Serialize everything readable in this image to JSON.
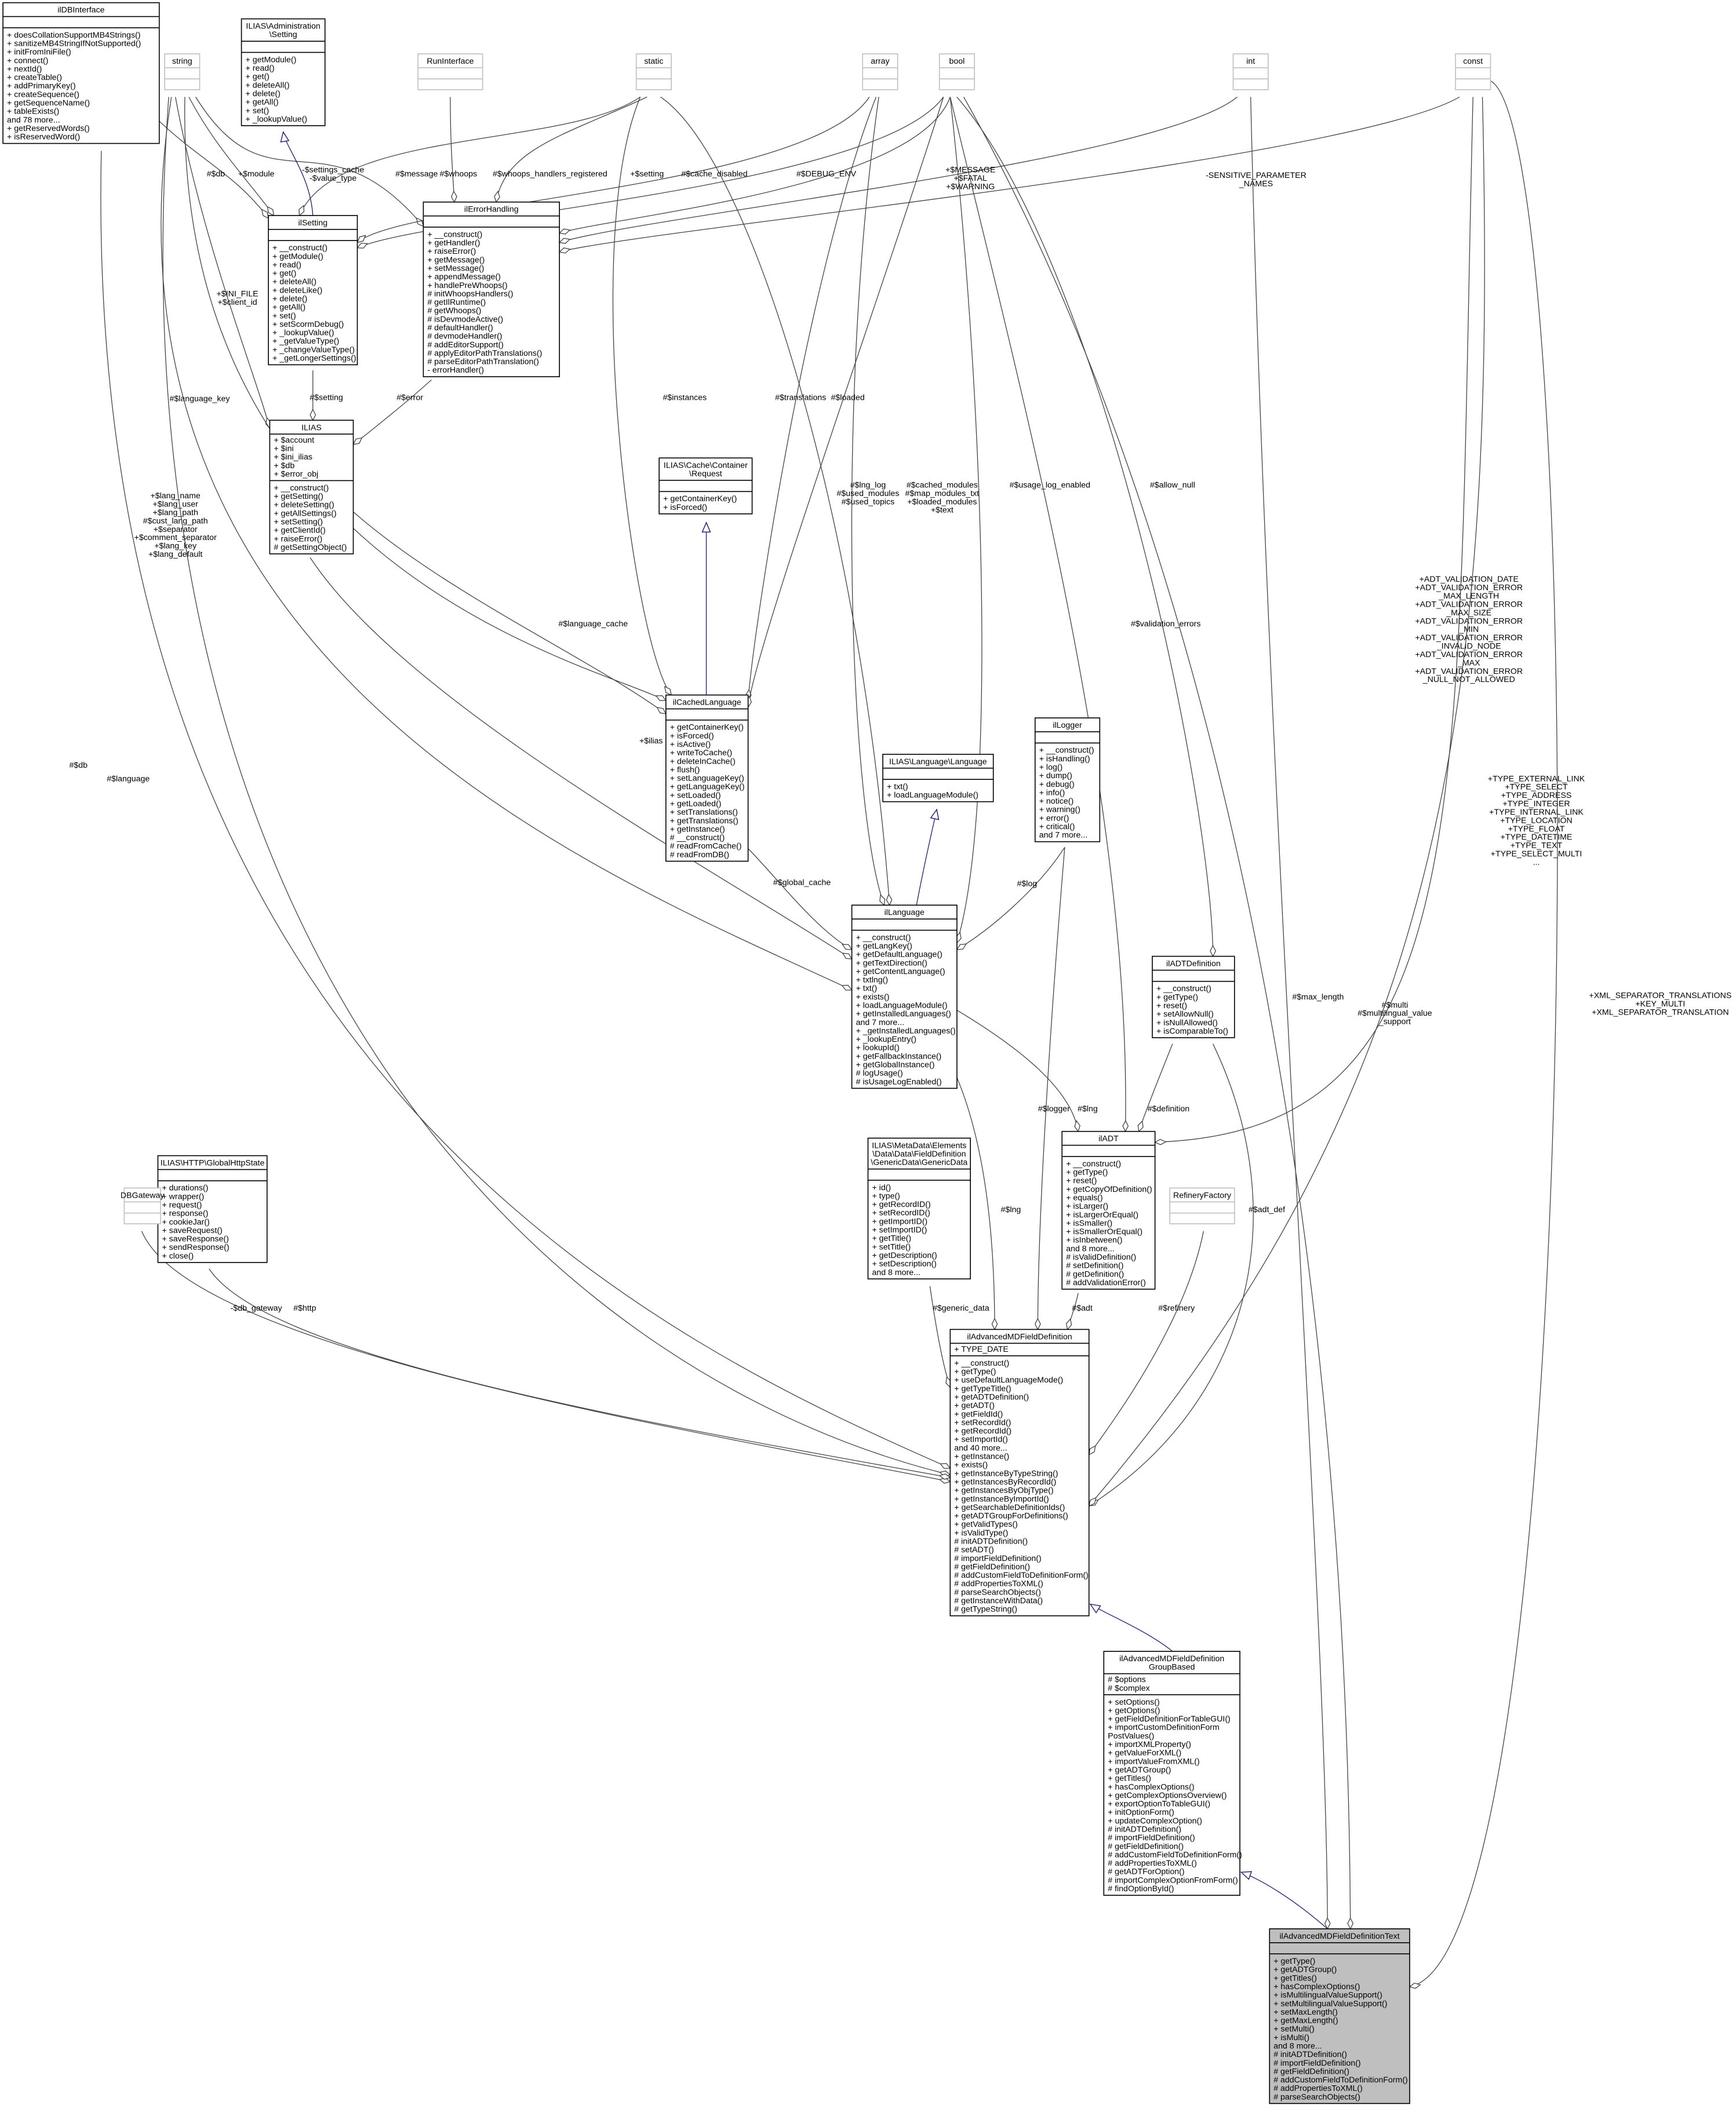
{
  "classes": [
    {
      "id": "ilDBInterface",
      "title": [
        "ilDBInterface"
      ],
      "attributes": [],
      "methods": [
        "+ doesCollationSupportMB4Strings()",
        "+ sanitizeMB4StringIfNotSupported()",
        "+ initFromIniFile()",
        "+ connect()",
        "+ nextId()",
        "+ createTable()",
        "+ addPrimaryKey()",
        "+ createSequence()",
        "+ getSequenceName()",
        "+ tableExists()",
        "and 78 more...",
        "+ getReservedWords()",
        "+ isReservedWord()"
      ],
      "style": "normal"
    },
    {
      "id": "AdminSetting",
      "title": [
        "ILIAS\\Administration",
        "\\Setting"
      ],
      "attributes": [],
      "methods": [
        "+ getModule()",
        "+ read()",
        "+ get()",
        "+ deleteAll()",
        "+ delete()",
        "+ getAll()",
        "+ set()",
        "+ _lookupValue()"
      ],
      "style": "normal"
    },
    {
      "id": "string",
      "title": [
        "string"
      ],
      "attributes": [],
      "methods": [],
      "style": "gray"
    },
    {
      "id": "RunInterface",
      "title": [
        "RunInterface"
      ],
      "attributes": [],
      "methods": [],
      "style": "gray"
    },
    {
      "id": "static",
      "title": [
        "static"
      ],
      "attributes": [],
      "methods": [],
      "style": "gray"
    },
    {
      "id": "array",
      "title": [
        "array"
      ],
      "attributes": [],
      "methods": [],
      "style": "gray"
    },
    {
      "id": "bool",
      "title": [
        "bool"
      ],
      "attributes": [],
      "methods": [],
      "style": "gray"
    },
    {
      "id": "int",
      "title": [
        "int"
      ],
      "attributes": [],
      "methods": [],
      "style": "gray"
    },
    {
      "id": "const",
      "title": [
        "const"
      ],
      "attributes": [],
      "methods": [],
      "style": "gray"
    },
    {
      "id": "ilSetting",
      "title": [
        "ilSetting"
      ],
      "attributes": [],
      "methods": [
        "+ __construct()",
        "+ getModule()",
        "+ read()",
        "+ get()",
        "+ deleteAll()",
        "+ deleteLike()",
        "+ delete()",
        "+ getAll()",
        "+ set()",
        "+ setScormDebug()",
        "+ _lookupValue()",
        "+ _getValueType()",
        "+ _changeValueType()",
        "+ _getLongerSettings()"
      ],
      "style": "normal"
    },
    {
      "id": "ilErrorHandling",
      "title": [
        "ilErrorHandling"
      ],
      "attributes": [],
      "methods": [
        "+ __construct()",
        "+ getHandler()",
        "+ raiseError()",
        "+ getMessage()",
        "+ setMessage()",
        "+ appendMessage()",
        "+ handlePreWhoops()",
        "# initWhoopsHandlers()",
        "# getIlRuntime()",
        "# getWhoops()",
        "# isDevmodeActive()",
        "# defaultHandler()",
        "# devmodeHandler()",
        "# addEditorSupport()",
        "# applyEditorPathTranslations()",
        "# parseEditorPathTranslation()",
        "- errorHandler()"
      ],
      "style": "normal"
    },
    {
      "id": "ILIAS",
      "title": [
        "ILIAS"
      ],
      "attributes": [
        "+ $account",
        "+ $ini",
        "+ $ini_ilias",
        "+ $db",
        "+ $error_obj"
      ],
      "methods": [
        "+ __construct()",
        "+ getSetting()",
        "+ deleteSetting()",
        "+ getAllSettings()",
        "+ setSetting()",
        "+ getClientId()",
        "+ raiseError()",
        "# getSettingObject()"
      ],
      "style": "normal"
    },
    {
      "id": "CacheRequest",
      "title": [
        "ILIAS\\Cache\\Container",
        "\\Request"
      ],
      "attributes": [],
      "methods": [
        "+ getContainerKey()",
        "+ isForced()"
      ],
      "style": "normal"
    },
    {
      "id": "ilCachedLanguage",
      "title": [
        "ilCachedLanguage"
      ],
      "attributes": [],
      "methods": [
        "+ getContainerKey()",
        "+ isForced()",
        "+ isActive()",
        "+ writeToCache()",
        "+ deleteInCache()",
        "+ flush()",
        "+ setLanguageKey()",
        "+ getLanguageKey()",
        "+ setLoaded()",
        "+ getLoaded()",
        "+ setTranslations()",
        "+ getTranslations()",
        "+ getInstance()",
        "# __construct()",
        "# readFromCache()",
        "# readFromDB()"
      ],
      "style": "normal"
    },
    {
      "id": "LanguageIface",
      "title": [
        "ILIAS\\Language\\Language"
      ],
      "attributes": [],
      "methods": [
        "+ txt()",
        "+ loadLanguageModule()"
      ],
      "style": "normal"
    },
    {
      "id": "ilLogger",
      "title": [
        "ilLogger"
      ],
      "attributes": [],
      "methods": [
        "+ __construct()",
        "+ isHandling()",
        "+ log()",
        "+ dump()",
        "+ debug()",
        "+ info()",
        "+ notice()",
        "+ warning()",
        "+ error()",
        "+ critical()",
        "and 7 more..."
      ],
      "style": "normal"
    },
    {
      "id": "ilLanguage",
      "title": [
        "ilLanguage"
      ],
      "attributes": [],
      "methods": [
        "+ __construct()",
        "+ getLangKey()",
        "+ getDefaultLanguage()",
        "+ getTextDirection()",
        "+ getContentLanguage()",
        "+ txtlng()",
        "+ txt()",
        "+ exists()",
        "+ loadLanguageModule()",
        "+ getInstalledLanguages()",
        "and 7 more...",
        "+ _getInstalledLanguages()",
        "+ _lookupEntry()",
        "+ lookupId()",
        "+ getFallbackInstance()",
        "+ getGlobalInstance()",
        "# logUsage()",
        "# isUsageLogEnabled()"
      ],
      "style": "normal"
    },
    {
      "id": "ilADTDefinition",
      "title": [
        "ilADTDefinition"
      ],
      "attributes": [],
      "methods": [
        "+ __construct()",
        "+ getType()",
        "+ reset()",
        "+ setAllowNull()",
        "+ isNullAllowed()",
        "+ isComparableTo()"
      ],
      "style": "normal"
    },
    {
      "id": "ilADT",
      "title": [
        "ilADT"
      ],
      "attributes": [],
      "methods": [
        "+ __construct()",
        "+ getType()",
        "+ reset()",
        "+ getCopyOfDefinition()",
        "+ equals()",
        "+ isLarger()",
        "+ isLargerOrEqual()",
        "+ isSmaller()",
        "+ isSmallerOrEqual()",
        "+ isInbetween()",
        "and 8 more...",
        "# isValidDefinition()",
        "# setDefinition()",
        "# getDefinition()",
        "# addValidationError()"
      ],
      "style": "normal"
    },
    {
      "id": "GenericData",
      "title": [
        "ILIAS\\MetaData\\Elements",
        "\\Data\\Data\\FieldDefinition",
        "\\GenericData\\GenericData"
      ],
      "attributes": [],
      "methods": [
        "+ id()",
        "+ type()",
        "+ getRecordID()",
        "+ setRecordID()",
        "+ getImportID()",
        "+ setImportID()",
        "+ getTitle()",
        "+ setTitle()",
        "+ getDescription()",
        "+ setDescription()",
        "and 8 more..."
      ],
      "style": "normal"
    },
    {
      "id": "GlobalHttpState",
      "title": [
        "ILIAS\\HTTP\\GlobalHttpState"
      ],
      "attributes": [],
      "methods": [
        "+ durations()",
        "+ wrapper()",
        "+ request()",
        "+ response()",
        "+ cookieJar()",
        "+ saveRequest()",
        "+ saveResponse()",
        "+ sendResponse()",
        "+ close()"
      ],
      "style": "normal"
    },
    {
      "id": "DBGateway",
      "title": [
        "DBGateway"
      ],
      "attributes": [],
      "methods": [],
      "style": "gray"
    },
    {
      "id": "RefineryFactory",
      "title": [
        "RefineryFactory"
      ],
      "attributes": [],
      "methods": [],
      "style": "gray"
    },
    {
      "id": "ilAdvancedMDFieldDefinition",
      "title": [
        "ilAdvancedMDFieldDefinition"
      ],
      "attributes": [
        "+ TYPE_DATE"
      ],
      "methods": [
        "+ __construct()",
        "+ getType()",
        "+ useDefaultLanguageMode()",
        "+ getTypeTitle()",
        "+ getADTDefinition()",
        "+ getADT()",
        "+ getFieldId()",
        "+ setRecordId()",
        "+ getRecordId()",
        "+ setImportId()",
        "and 40 more...",
        "+ getInstance()",
        "+ exists()",
        "+ getInstanceByTypeString()",
        "+ getInstancesByRecordId()",
        "+ getInstancesByObjType()",
        "+ getInstanceByImportId()",
        "+ getSearchableDefinitionIds()",
        "+ getADTGroupForDefinitions()",
        "+ getValidTypes()",
        "+ isValidType()",
        "# initADTDefinition()",
        "# setADT()",
        "# importFieldDefinition()",
        "# getFieldDefinition()",
        "# addCustomFieldToDefinitionForm()",
        "# addPropertiesToXML()",
        "# parseSearchObjects()",
        "# getInstanceWithData()",
        "# getTypeString()"
      ],
      "style": "normal"
    },
    {
      "id": "GroupBased",
      "title": [
        "ilAdvancedMDFieldDefinition",
        "GroupBased"
      ],
      "attributes": [
        "# $options",
        "# $complex"
      ],
      "methods": [
        "+ setOptions()",
        "+ getOptions()",
        "+ getFieldDefinitionForTableGUI()",
        "+ importCustomDefinitionForm",
        "PostValues()",
        "+ importXMLProperty()",
        "+ getValueForXML()",
        "+ importValueFromXML()",
        "+ getADTGroup()",
        "+ getTitles()",
        "+ hasComplexOptions()",
        "+ getComplexOptionsOverview()",
        "+ exportOptionToTableGUI()",
        "+ initOptionForm()",
        "+ updateComplexOption()",
        "# initADTDefinition()",
        "# importFieldDefinition()",
        "# getFieldDefinition()",
        "# addCustomFieldToDefinitionForm()",
        "# addPropertiesToXML()",
        "# getADTForOption()",
        "# importComplexOptionFromForm()",
        "# findOptionById()"
      ],
      "style": "normal"
    },
    {
      "id": "Text",
      "title": [
        "ilAdvancedMDFieldDefinitionText"
      ],
      "attributes": [],
      "methods": [
        "+ getType()",
        "+ getADTGroup()",
        "+ getTitles()",
        "+ hasComplexOptions()",
        "+ isMultilingualValueSupport()",
        "+ setMultilingualValueSupport()",
        "+ setMaxLength()",
        "+ getMaxLength()",
        "+ setMulti()",
        "+ isMulti()",
        "and 8 more...",
        "# initADTDefinition()",
        "# importFieldDefinition()",
        "# getFieldDefinition()",
        "# addCustomFieldToDefinitionForm()",
        "# addPropertiesToXML()",
        "# parseSearchObjects()"
      ],
      "style": "highlight"
    }
  ],
  "edges": [
    {
      "from": "ilDBInterface",
      "to": "ilSetting",
      "type": "aggregation",
      "label": [
        "#$db"
      ]
    },
    {
      "from": "string",
      "to": "ilSetting",
      "type": "aggregation",
      "label": [
        "+$module"
      ]
    },
    {
      "from": "static",
      "to": "ilSetting",
      "type": "aggregation",
      "label": [
        "-$settings_cache",
        "-$value_type"
      ]
    },
    {
      "from": "string",
      "to": "ilErrorHandling",
      "type": "aggregation",
      "label": [
        "#$message"
      ]
    },
    {
      "from": "RunInterface",
      "to": "ilErrorHandling",
      "type": "aggregation",
      "label": [
        "#$whoops"
      ]
    },
    {
      "from": "static",
      "to": "ilErrorHandling",
      "type": "aggregation",
      "label": [
        "#$whoops_handlers_registered"
      ]
    },
    {
      "from": "array",
      "to": "ilSetting",
      "type": "aggregation",
      "label": [
        "+$setting"
      ]
    },
    {
      "from": "bool",
      "to": "ilSetting",
      "type": "aggregation",
      "label": [
        "#$cache_disabled"
      ]
    },
    {
      "from": "bool",
      "to": "ilErrorHandling",
      "type": "aggregation",
      "label": [
        "#$DEBUG_ENV"
      ]
    },
    {
      "from": "int",
      "to": "ilErrorHandling",
      "type": "aggregation",
      "label": [
        "+$MESSAGE",
        "+$FATAL",
        "+$WARNING"
      ]
    },
    {
      "from": "const",
      "to": "ilErrorHandling",
      "type": "aggregation",
      "label": [
        "-SENSITIVE_PARAMETER",
        "_NAMES"
      ]
    },
    {
      "from": "ilSetting",
      "to": "AdminSetting",
      "type": "inheritance",
      "label": []
    },
    {
      "from": "string",
      "to": "ILIAS",
      "type": "aggregation",
      "label": [
        "+$INI_FILE",
        "+$client_id"
      ]
    },
    {
      "from": "ilSetting",
      "to": "ILIAS",
      "type": "aggregation",
      "label": [
        "#$setting"
      ]
    },
    {
      "from": "ilErrorHandling",
      "to": "ILIAS",
      "type": "aggregation",
      "label": [
        "#$error"
      ]
    },
    {
      "from": "string",
      "to": "ilCachedLanguage",
      "type": "aggregation",
      "label": [
        "#$language_key"
      ]
    },
    {
      "from": "static",
      "to": "ilCachedLanguage",
      "type": "aggregation",
      "label": [
        "#$instances"
      ]
    },
    {
      "from": "array",
      "to": "ilCachedLanguage",
      "type": "aggregation",
      "label": [
        "#$translations"
      ]
    },
    {
      "from": "bool",
      "to": "ilCachedLanguage",
      "type": "aggregation",
      "label": [
        "#$loaded"
      ]
    },
    {
      "from": "ilCachedLanguage",
      "to": "CacheRequest",
      "type": "inheritance",
      "label": []
    },
    {
      "from": "string",
      "to": "ilLanguage",
      "type": "aggregation",
      "label": [
        "+$lang_name",
        "+$lang_user",
        "+$lang_path",
        "#$cust_lang_path",
        "+$separator",
        "+$comment_separator",
        "+$lang_key",
        "+$lang_default"
      ]
    },
    {
      "from": "ILIAS",
      "to": "ilCachedLanguage",
      "type": "aggregation",
      "label": [
        "#$language_cache"
      ]
    },
    {
      "from": "ILIAS",
      "to": "ilLanguage",
      "type": "aggregation",
      "label": [
        "+$ilias"
      ]
    },
    {
      "from": "ilCachedLanguage",
      "to": "ilLanguage",
      "type": "aggregation",
      "label": [
        "#$global_cache"
      ]
    },
    {
      "from": "array",
      "to": "ilLanguage",
      "type": "aggregation",
      "label": [
        "#$lng_log",
        "#$used_modules",
        "#$used_topics"
      ]
    },
    {
      "from": "static",
      "to": "ilLanguage",
      "type": "aggregation",
      "label": [
        "#$cached_modules",
        "#$map_modules_txt",
        "+$loaded_modules",
        "+$text"
      ]
    },
    {
      "from": "bool",
      "to": "ilLanguage",
      "type": "aggregation",
      "label": [
        "#$usage_log_enabled"
      ]
    },
    {
      "from": "ilLanguage",
      "to": "LanguageIface",
      "type": "inheritance",
      "label": []
    },
    {
      "from": "ilLogger",
      "to": "ilLanguage",
      "type": "aggregation",
      "label": [
        "#$log"
      ]
    },
    {
      "from": "bool",
      "to": "ilADTDefinition",
      "type": "aggregation",
      "label": [
        "#$allow_null"
      ]
    },
    {
      "from": "bool",
      "to": "ilADT",
      "type": "aggregation",
      "label": [
        "#$validation_errors"
      ]
    },
    {
      "from": "const",
      "to": "ilADT",
      "type": "aggregation",
      "label": [
        "+ADT_VALIDATION_DATE",
        "+ADT_VALIDATION_ERROR",
        "_MAX_LENGTH",
        "+ADT_VALIDATION_ERROR",
        "_MAX_SIZE",
        "+ADT_VALIDATION_ERROR",
        "_MIN",
        "+ADT_VALIDATION_ERROR",
        "_INVALID_NODE",
        "+ADT_VALIDATION_ERROR",
        "_MAX",
        "+ADT_VALIDATION_ERROR",
        "_NULL_NOT_ALLOWED"
      ]
    },
    {
      "from": "ilADTDefinition",
      "to": "ilADT",
      "type": "aggregation",
      "label": [
        "#$definition"
      ]
    },
    {
      "from": "ilLanguage",
      "to": "ilADT",
      "type": "aggregation",
      "label": [
        "#$lng"
      ]
    },
    {
      "from": "ilLogger",
      "to": "ilAdvancedMDFieldDefinition",
      "type": "aggregation",
      "label": [
        "#$logger"
      ]
    },
    {
      "from": "ilLanguage",
      "to": "ilAdvancedMDFieldDefinition",
      "type": "aggregation",
      "label": [
        "#$lng"
      ]
    },
    {
      "from": "GenericData",
      "to": "ilAdvancedMDFieldDefinition",
      "type": "aggregation",
      "label": [
        "#$generic_data"
      ]
    },
    {
      "from": "ilADT",
      "to": "ilAdvancedMDFieldDefinition",
      "type": "aggregation",
      "label": [
        "#$adt"
      ]
    },
    {
      "from": "RefineryFactory",
      "to": "ilAdvancedMDFieldDefinition",
      "type": "aggregation",
      "label": [
        "#$refinery"
      ]
    },
    {
      "from": "ilADTDefinition",
      "to": "ilAdvancedMDFieldDefinition",
      "type": "aggregation",
      "label": [
        "#$adt_def"
      ]
    },
    {
      "from": "const",
      "to": "ilAdvancedMDFieldDefinition",
      "type": "aggregation",
      "label": [
        "+TYPE_EXTERNAL_LINK",
        "+TYPE_SELECT",
        "+TYPE_ADDRESS",
        "+TYPE_INTEGER",
        "+TYPE_INTERNAL_LINK",
        "+TYPE_LOCATION",
        "+TYPE_FLOAT",
        "+TYPE_DATETIME",
        "+TYPE_TEXT",
        "+TYPE_SELECT_MULTI",
        "..."
      ]
    },
    {
      "from": "ilDBInterface",
      "to": "ilAdvancedMDFieldDefinition",
      "type": "aggregation",
      "label": [
        "#$db"
      ]
    },
    {
      "from": "string",
      "to": "ilAdvancedMDFieldDefinition",
      "type": "aggregation",
      "label": [
        "#$language"
      ]
    },
    {
      "from": "DBGateway",
      "to": "ilAdvancedMDFieldDefinition",
      "type": "aggregation",
      "label": [
        "-$db_gateway"
      ]
    },
    {
      "from": "GlobalHttpState",
      "to": "ilAdvancedMDFieldDefinition",
      "type": "aggregation",
      "label": [
        "#$http"
      ]
    },
    {
      "from": "GroupBased",
      "to": "ilAdvancedMDFieldDefinition",
      "type": "inheritance",
      "label": []
    },
    {
      "from": "Text",
      "to": "GroupBased",
      "type": "inheritance",
      "label": []
    },
    {
      "from": "int",
      "to": "Text",
      "type": "aggregation",
      "label": [
        "#$max_length"
      ]
    },
    {
      "from": "bool",
      "to": "Text",
      "type": "aggregation",
      "label": [
        "#$multi",
        "#$multilingual_value",
        "_support"
      ]
    },
    {
      "from": "const",
      "to": "Text",
      "type": "aggregation",
      "label": [
        "+XML_SEPARATOR_TRANSLATIONS",
        "+KEY_MULTI",
        "+XML_SEPARATOR_TRANSLATION"
      ]
    }
  ]
}
